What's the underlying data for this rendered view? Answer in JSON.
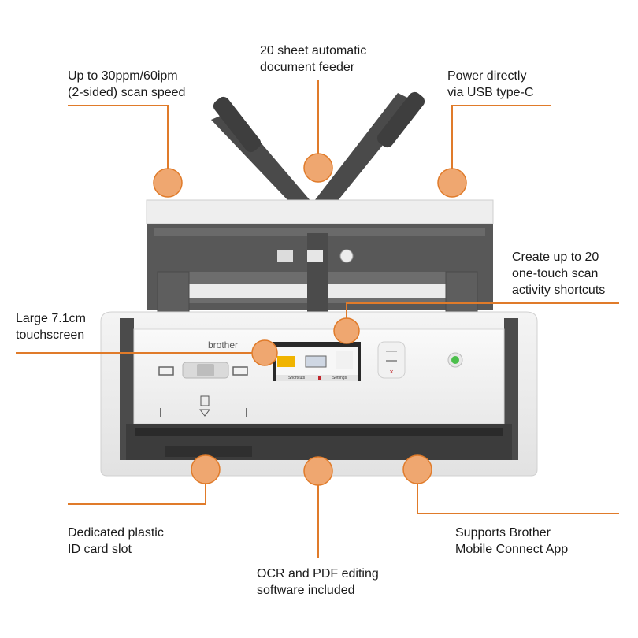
{
  "accent_color": "#e07b2a",
  "brand": "brother",
  "features": [
    {
      "id": "speed",
      "lines": [
        "Up to 30ppm/60ipm",
        "(2-sided) scan speed"
      ]
    },
    {
      "id": "adf",
      "lines": [
        "20 sheet automatic",
        "document feeder"
      ]
    },
    {
      "id": "usb",
      "lines": [
        "Power directly",
        "via USB type-C"
      ]
    },
    {
      "id": "shortcuts",
      "lines": [
        "Create up to 20",
        "one-touch scan",
        "activity shortcuts"
      ]
    },
    {
      "id": "touchscreen",
      "lines": [
        "Large 7.1cm",
        "touchscreen"
      ]
    },
    {
      "id": "idcard",
      "lines": [
        "Dedicated plastic",
        "ID card slot"
      ]
    },
    {
      "id": "ocr",
      "lines": [
        "OCR and PDF editing",
        "software included"
      ]
    },
    {
      "id": "mobile",
      "lines": [
        "Supports Brother",
        "Mobile Connect App"
      ]
    }
  ],
  "screen": {
    "shortcuts_label": "Shortcuts",
    "settings_label": "Settings"
  }
}
